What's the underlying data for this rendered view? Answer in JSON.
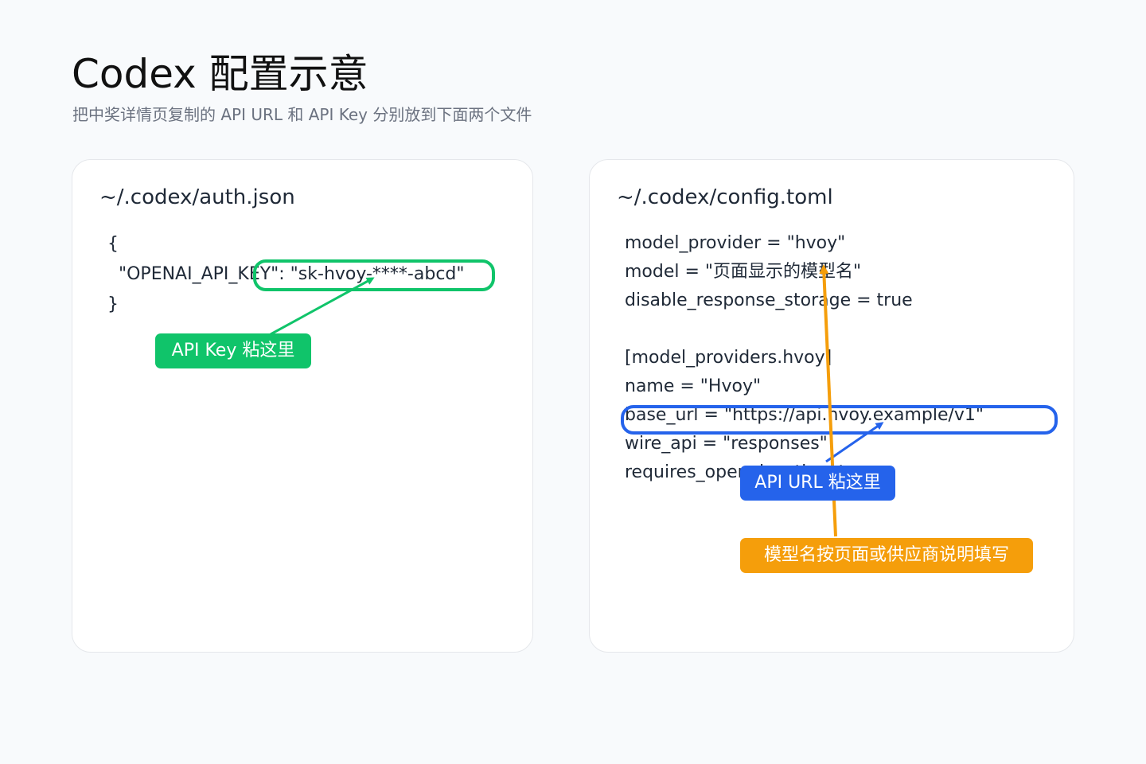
{
  "header": {
    "title": "Codex 配置示意",
    "subtitle": "把中奖详情页复制的 API URL 和 API Key 分别放到下面两个文件"
  },
  "auth_card": {
    "filename": "~/.codex/auth.json",
    "lines": [
      "{",
      "  \"OPENAI_API_KEY\": \"sk-hvoy-****-abcd\"",
      "}"
    ]
  },
  "config_card": {
    "filename": "~/.codex/config.toml",
    "lines": [
      "model_provider = \"hvoy\"",
      "model = \"页面显示的模型名\"",
      "disable_response_storage = true",
      "",
      "[model_providers.hvoy]",
      "name = \"Hvoy\"",
      "base_url = \"https://api.hvoy.example/v1\"",
      "wire_api = \"responses\"",
      "requires_openai_auth = true"
    ]
  },
  "callouts": {
    "api_key": {
      "label": "API Key 粘这里",
      "color": "#10c46a"
    },
    "api_url": {
      "label": "API URL 粘这里",
      "color": "#2563eb"
    },
    "model_name": {
      "label": "模型名按页面或供应商说明填写",
      "color": "#f59e0b"
    }
  }
}
